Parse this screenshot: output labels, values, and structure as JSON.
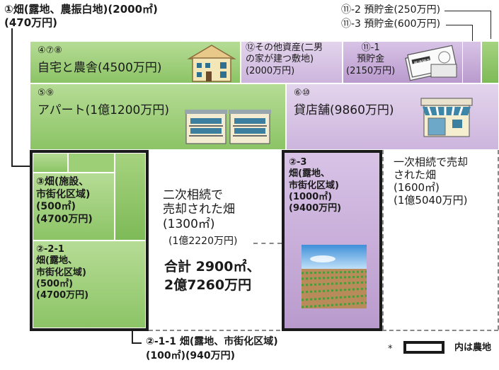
{
  "top_left": {
    "line1": "①畑(露地、農振白地)(2000㎡)",
    "line2": "(470万円)"
  },
  "top_right": {
    "line1": "⑪-2 預貯金(250万円)",
    "line2": "⑪-3 預貯金(600万円)"
  },
  "blocks": {
    "home": {
      "num": "④⑦⑧",
      "label": "自宅と農舎(4500万円)"
    },
    "other_asset": {
      "text": "⑫その他資産(二男\nの家が建つ敷地)\n(2000万円)"
    },
    "savings": {
      "text": "⑪-1\n預貯金\n(2150万円)"
    },
    "apartment": {
      "num": "⑤⑨",
      "label": "アパート(1億1200万円)"
    },
    "shop": {
      "num": "⑥⑩",
      "label": "貸店舗(9860万円)"
    },
    "farm3": {
      "text": "③畑(施設、\n市街化区域)\n(500㎡)\n(4700万円)"
    },
    "farm221": {
      "text": "②-2-1\n畑(露地、\n市街化区域)\n(500㎡)\n(4700万円)"
    },
    "second_sold": {
      "text": "二次相続で\n売却された畑\n(1300㎡)",
      "value": "(1億2220万円)"
    },
    "farm23": {
      "text": "②-3\n畑(露地、\n市街化区域)\n(1000㎡)\n(9400万円)"
    },
    "first_sold": {
      "text": "一次相続で売却\nされた畑\n(1600㎡)\n(1億5040万円)"
    },
    "total": {
      "line1": "合計 2900㎡、",
      "line2": "2億7260万円"
    },
    "bottom": {
      "line1": "②-1-1 畑(露地、市街化区域)",
      "line2": "(100㎡)(940万円)"
    }
  },
  "legend": {
    "asterisk": "*",
    "text": "内は農地"
  },
  "icons": {
    "passbook_label": "普通預金"
  },
  "colors": {
    "green": "#8cc466",
    "purple": "#cdb5dd",
    "frame": "#1a1a1a"
  }
}
